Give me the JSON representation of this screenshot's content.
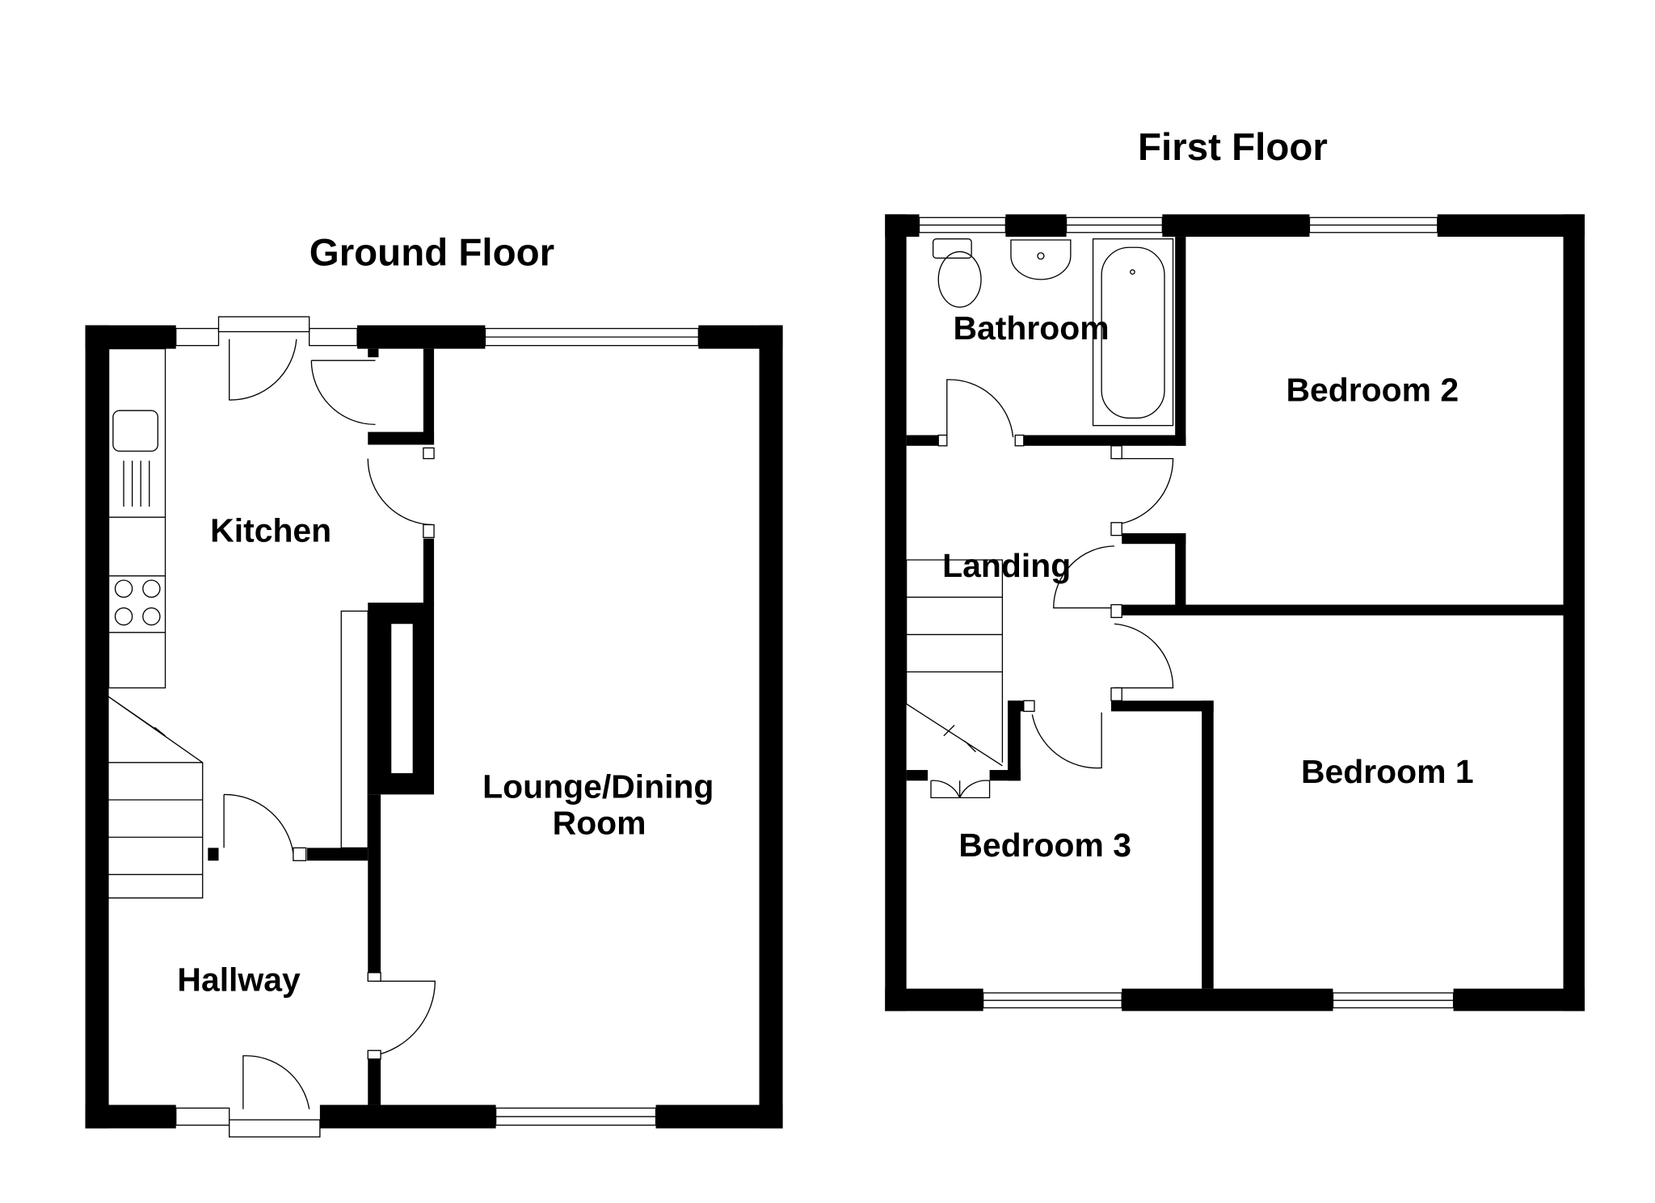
{
  "ground_floor": {
    "title": "Ground Floor",
    "rooms": {
      "kitchen": "Kitchen",
      "lounge_line1": "Lounge/Dining",
      "lounge_line2": "Room",
      "hallway": "Hallway"
    }
  },
  "first_floor": {
    "title": "First Floor",
    "rooms": {
      "bathroom": "Bathroom",
      "bedroom2": "Bedroom 2",
      "landing": "Landing",
      "bedroom1": "Bedroom 1",
      "bedroom3": "Bedroom 3"
    }
  }
}
